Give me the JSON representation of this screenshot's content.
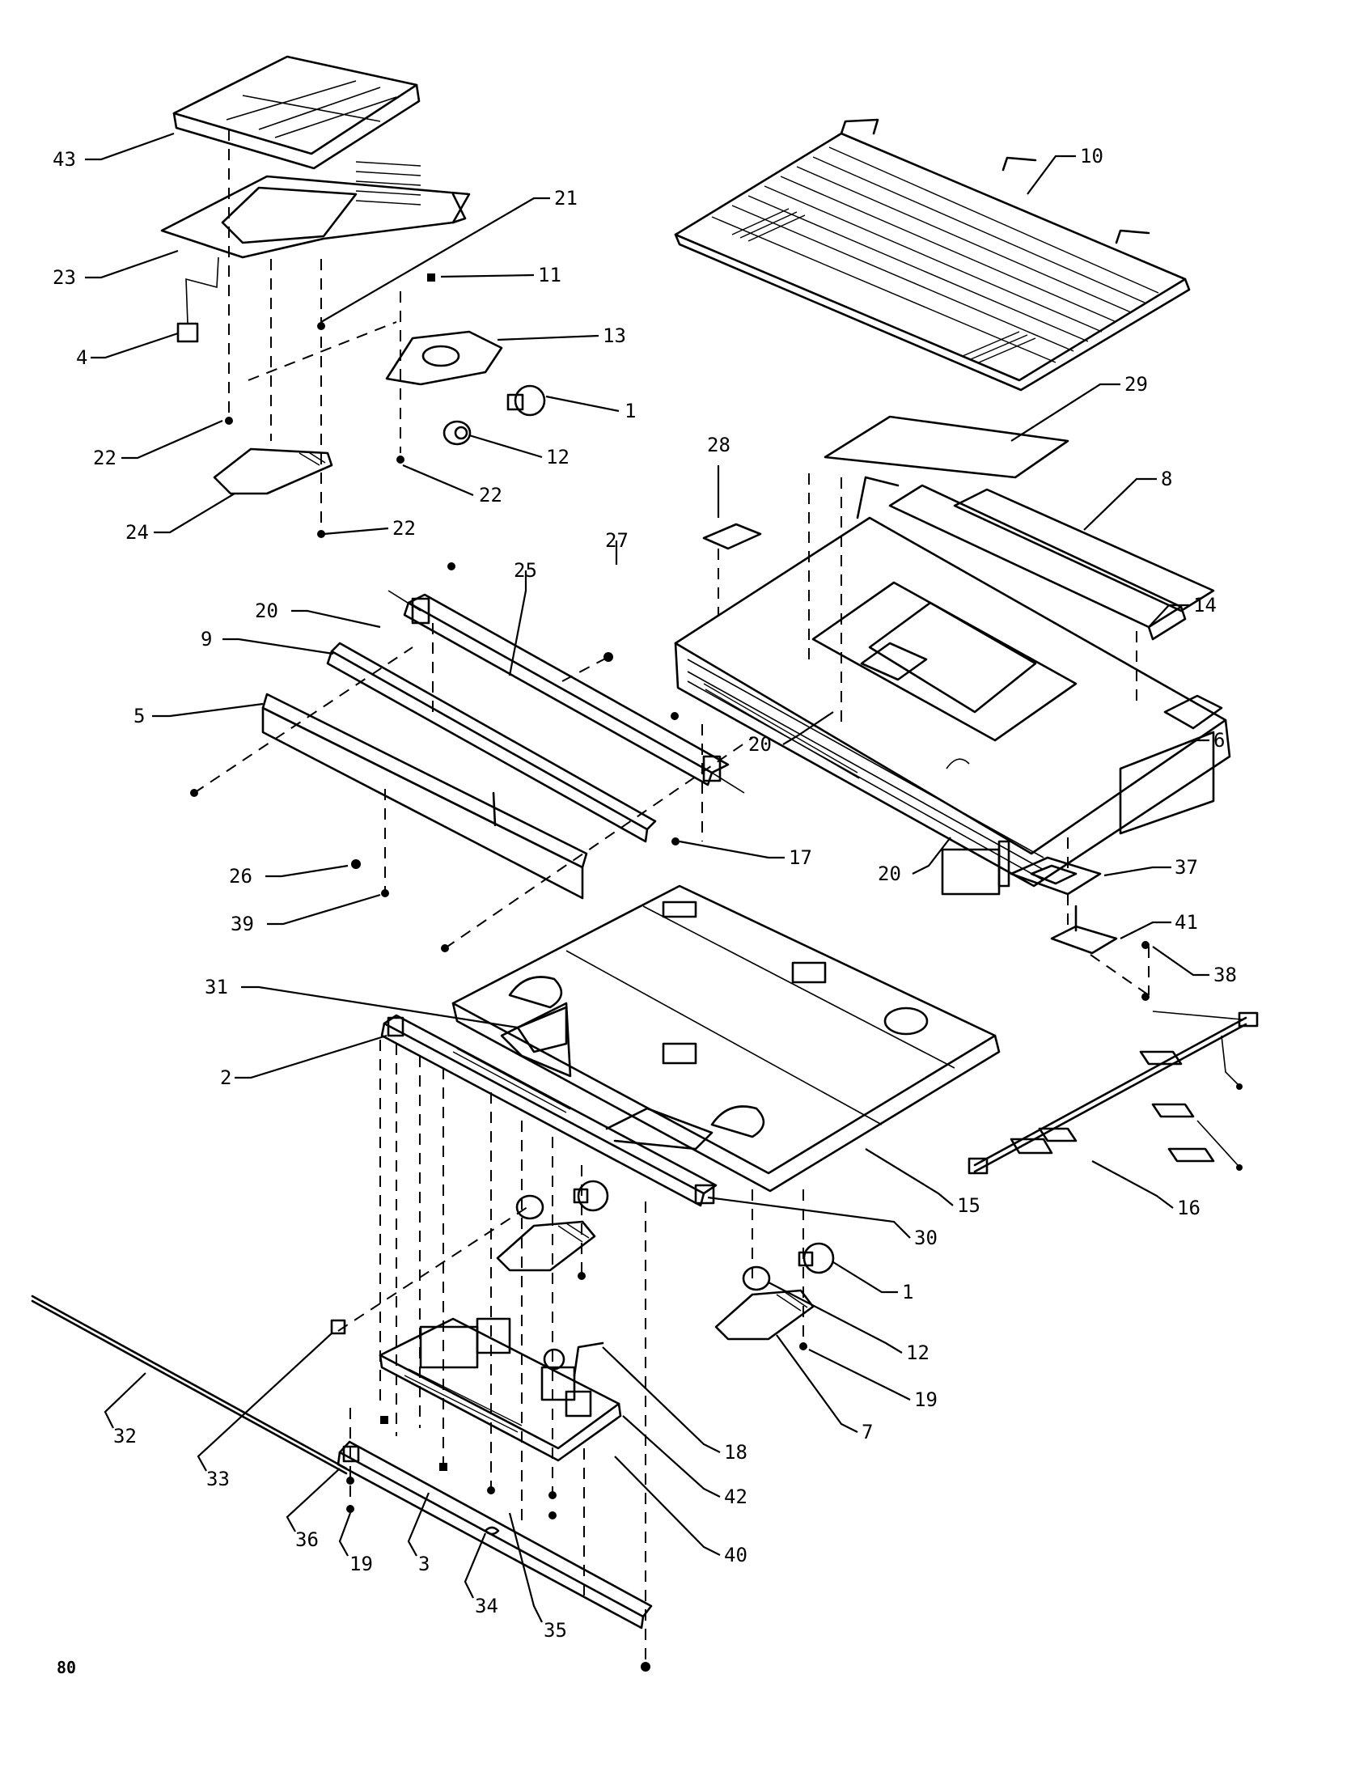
{
  "labels": {
    "l43": "43",
    "l23": "23",
    "l4": "4",
    "l22a": "22",
    "l24": "24",
    "l21": "21",
    "l11": "11",
    "l13": "13",
    "l1a": "1",
    "l12a": "12",
    "l22b": "22",
    "l22c": "22",
    "l10": "10",
    "l29": "29",
    "l28": "28",
    "l8": "8",
    "l14": "14",
    "l6": "6",
    "l27": "27",
    "l25": "25",
    "l20a": "20",
    "l9": "9",
    "l5": "5",
    "l26": "26",
    "l39": "39",
    "l17": "17",
    "l20b": "20",
    "l20c": "20",
    "l37": "37",
    "l41": "41",
    "l38": "38",
    "l31": "31",
    "l2": "2",
    "l15": "15",
    "l16": "16",
    "l30": "30",
    "l1b": "1",
    "l12b": "12",
    "l19a": "19",
    "l7": "7",
    "l18": "18",
    "l42": "42",
    "l40": "40",
    "l32": "32",
    "l33": "33",
    "l36": "36",
    "l19b": "19",
    "l3": "3",
    "l34": "34",
    "l35": "35",
    "corner": "80"
  }
}
